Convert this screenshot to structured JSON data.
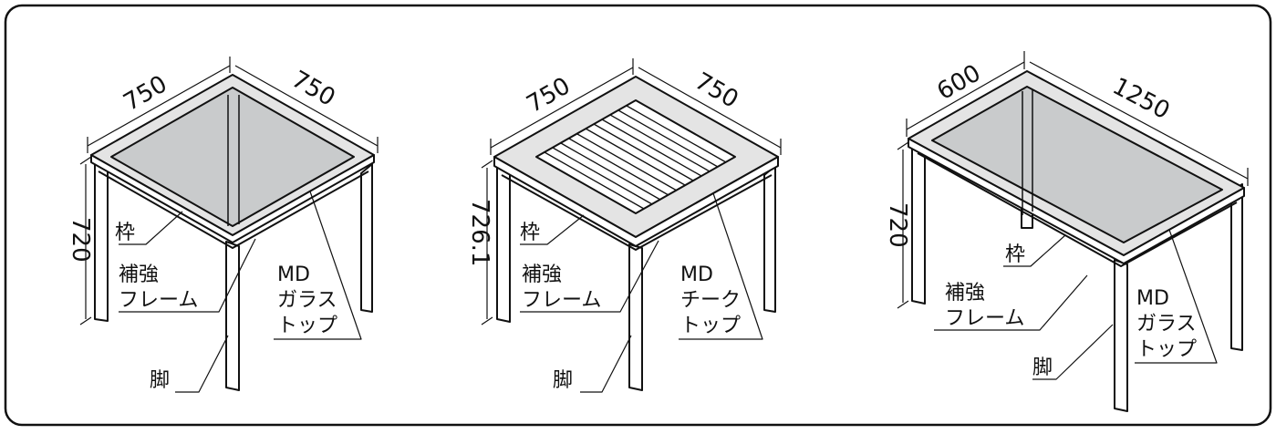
{
  "tables": [
    {
      "width": "750",
      "depth": "750",
      "height": "720",
      "labels": {
        "frame": "枠",
        "reinforce_1": "補強",
        "reinforce_2": "フレーム",
        "top_1": "MD",
        "top_2": "ガラス",
        "top_3": "トップ",
        "leg": "脚"
      }
    },
    {
      "width": "750",
      "depth": "750",
      "height": "726.1",
      "labels": {
        "frame": "枠",
        "reinforce_1": "補強",
        "reinforce_2": "フレーム",
        "top_1": "MD",
        "top_2": "チーク",
        "top_3": "トップ",
        "leg": "脚"
      }
    },
    {
      "width": "600",
      "depth": "1250",
      "height": "720",
      "labels": {
        "frame": "枠",
        "reinforce_1": "補強",
        "reinforce_2": "フレーム",
        "top_1": "MD",
        "top_2": "ガラス",
        "top_3": "トップ",
        "leg": "脚"
      }
    }
  ],
  "colors": {
    "line": "#111111",
    "glass": "#c9cbcc",
    "frame_fill": "#e4e4e4",
    "border": "#111111"
  }
}
